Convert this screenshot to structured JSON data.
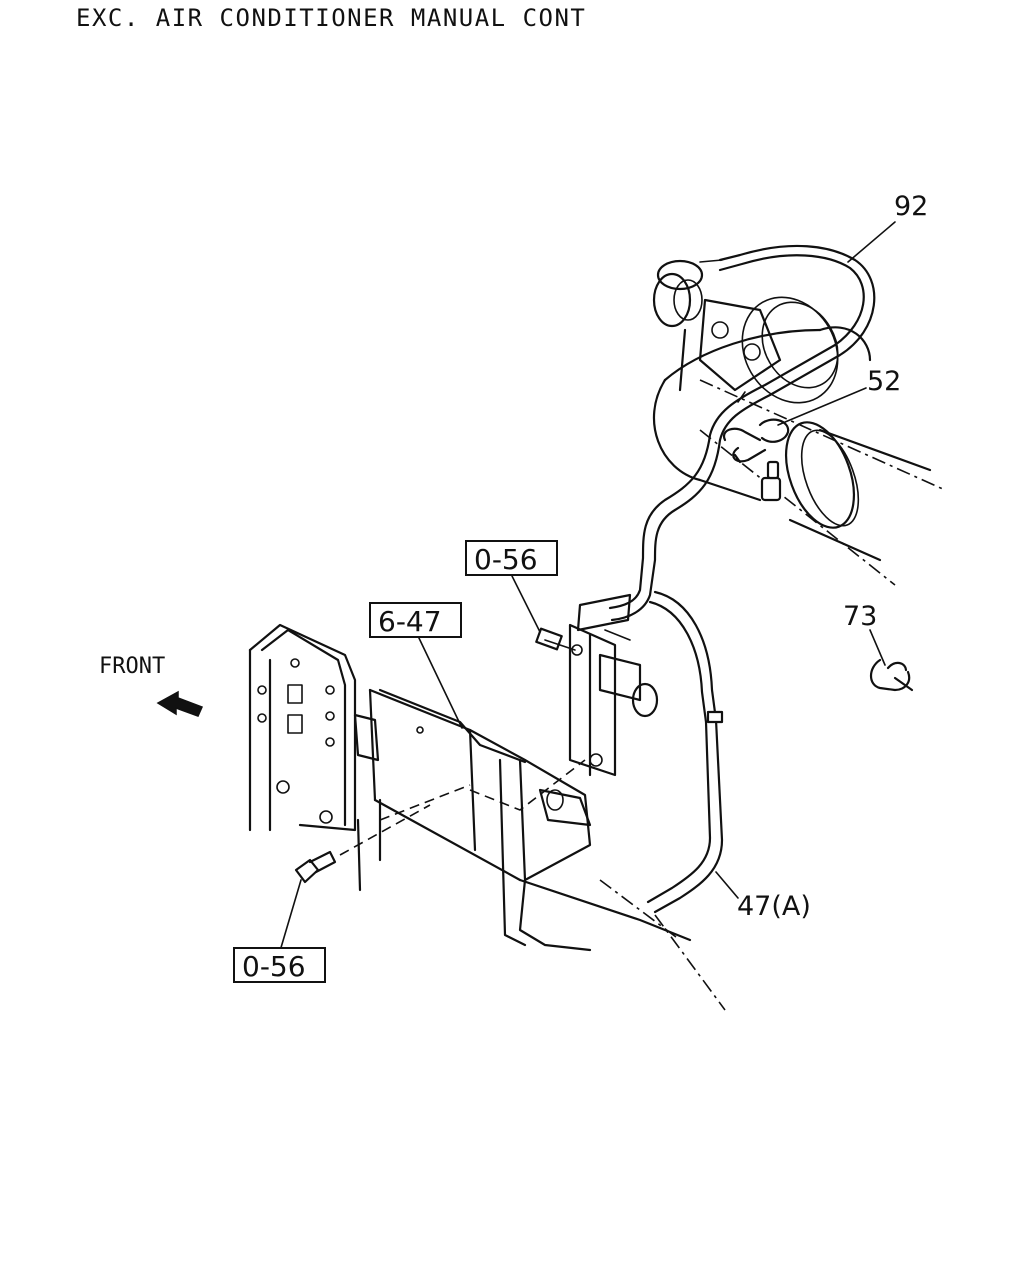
{
  "header": {
    "title": "EXC. AIR CONDITIONER MANUAL CONT"
  },
  "orientation": {
    "label": "FRONT"
  },
  "callouts": [
    {
      "id": "c92",
      "text": "92"
    },
    {
      "id": "c52",
      "text": "52"
    },
    {
      "id": "c73",
      "text": "73"
    },
    {
      "id": "c47a",
      "text": "47(A)"
    }
  ],
  "ref_boxes": [
    {
      "id": "r056top",
      "text": "0-56"
    },
    {
      "id": "r647",
      "text": "6-47"
    },
    {
      "id": "r056bot",
      "text": "0-56"
    }
  ]
}
